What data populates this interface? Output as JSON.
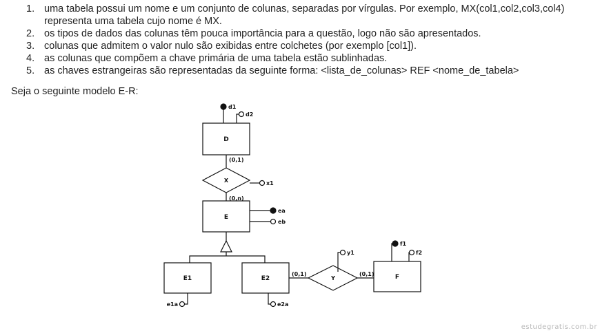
{
  "list": [
    {
      "num": "1.",
      "text": "uma tabela possui um nome e um conjunto de colunas, separadas por vírgulas. Por exemplo, MX(col1,col2,col3,col4) representa uma tabela cujo nome é MX."
    },
    {
      "num": "2.",
      "text": "os tipos de dados das colunas têm pouca importância para a questão, logo não são apresentados."
    },
    {
      "num": "3.",
      "text": "colunas que admitem o valor nulo são exibidas entre colchetes (por exemplo [col1])."
    },
    {
      "num": "4.",
      "text": "as colunas que compõem a chave primária de uma tabela estão sublinhadas."
    },
    {
      "num": "5.",
      "text": "as chaves estrangeiras são representadas da seguinte forma: <lista_de_colunas> REF <nome_de_tabela>"
    }
  ],
  "intro": "Seja o seguinte modelo E-R:",
  "diagram": {
    "entities": {
      "d": "D",
      "e": "E",
      "e1": "E1",
      "e2": "E2",
      "f": "F"
    },
    "relationships": {
      "x": "X",
      "y": "Y"
    },
    "attributes": {
      "d1": "d1",
      "d2": "d2",
      "x1": "x1",
      "ea": "ea",
      "eb": "eb",
      "e1a": "e1a",
      "e2a": "e2a",
      "y1": "y1",
      "f1": "f1",
      "f2": "f2"
    },
    "cardinalities": {
      "d_x": "(0,1)",
      "e_x": "(0,n)",
      "e2_y": "(0,1)",
      "f_y": "(0,1)"
    }
  },
  "footer": "estudegratis.com.br"
}
